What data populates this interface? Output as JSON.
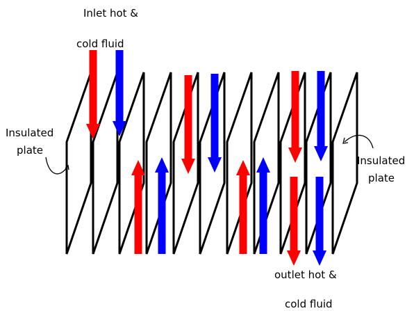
{
  "labels": {
    "inlet_line1": "Inlet hot &",
    "inlet_line2": "cold fluid",
    "insulated_left_line1": "Insulated",
    "insulated_left_line2": "plate",
    "insulated_right_line1": "Insulated",
    "insulated_right_line2": "plate",
    "outlet_line1": "outlet hot &",
    "outlet_line2": "cold fluid"
  },
  "colors": {
    "hot": "#ff0000",
    "cold": "#0000ff",
    "plate": "#000000",
    "background": "#ffffff"
  },
  "plate_count": 11,
  "streams": [
    {
      "fluid": "hot",
      "direction": "down",
      "segment": "inlet"
    },
    {
      "fluid": "cold",
      "direction": "down",
      "segment": "inlet"
    },
    {
      "fluid": "hot",
      "direction": "up",
      "segment": "channel"
    },
    {
      "fluid": "cold",
      "direction": "up",
      "segment": "channel"
    },
    {
      "fluid": "hot",
      "direction": "down",
      "segment": "channel"
    },
    {
      "fluid": "cold",
      "direction": "down",
      "segment": "channel"
    },
    {
      "fluid": "hot",
      "direction": "up",
      "segment": "channel"
    },
    {
      "fluid": "cold",
      "direction": "up",
      "segment": "channel"
    },
    {
      "fluid": "hot",
      "direction": "down",
      "segment": "channel"
    },
    {
      "fluid": "cold",
      "direction": "down",
      "segment": "channel"
    },
    {
      "fluid": "hot",
      "direction": "down",
      "segment": "outlet"
    },
    {
      "fluid": "cold",
      "direction": "down",
      "segment": "outlet"
    }
  ]
}
